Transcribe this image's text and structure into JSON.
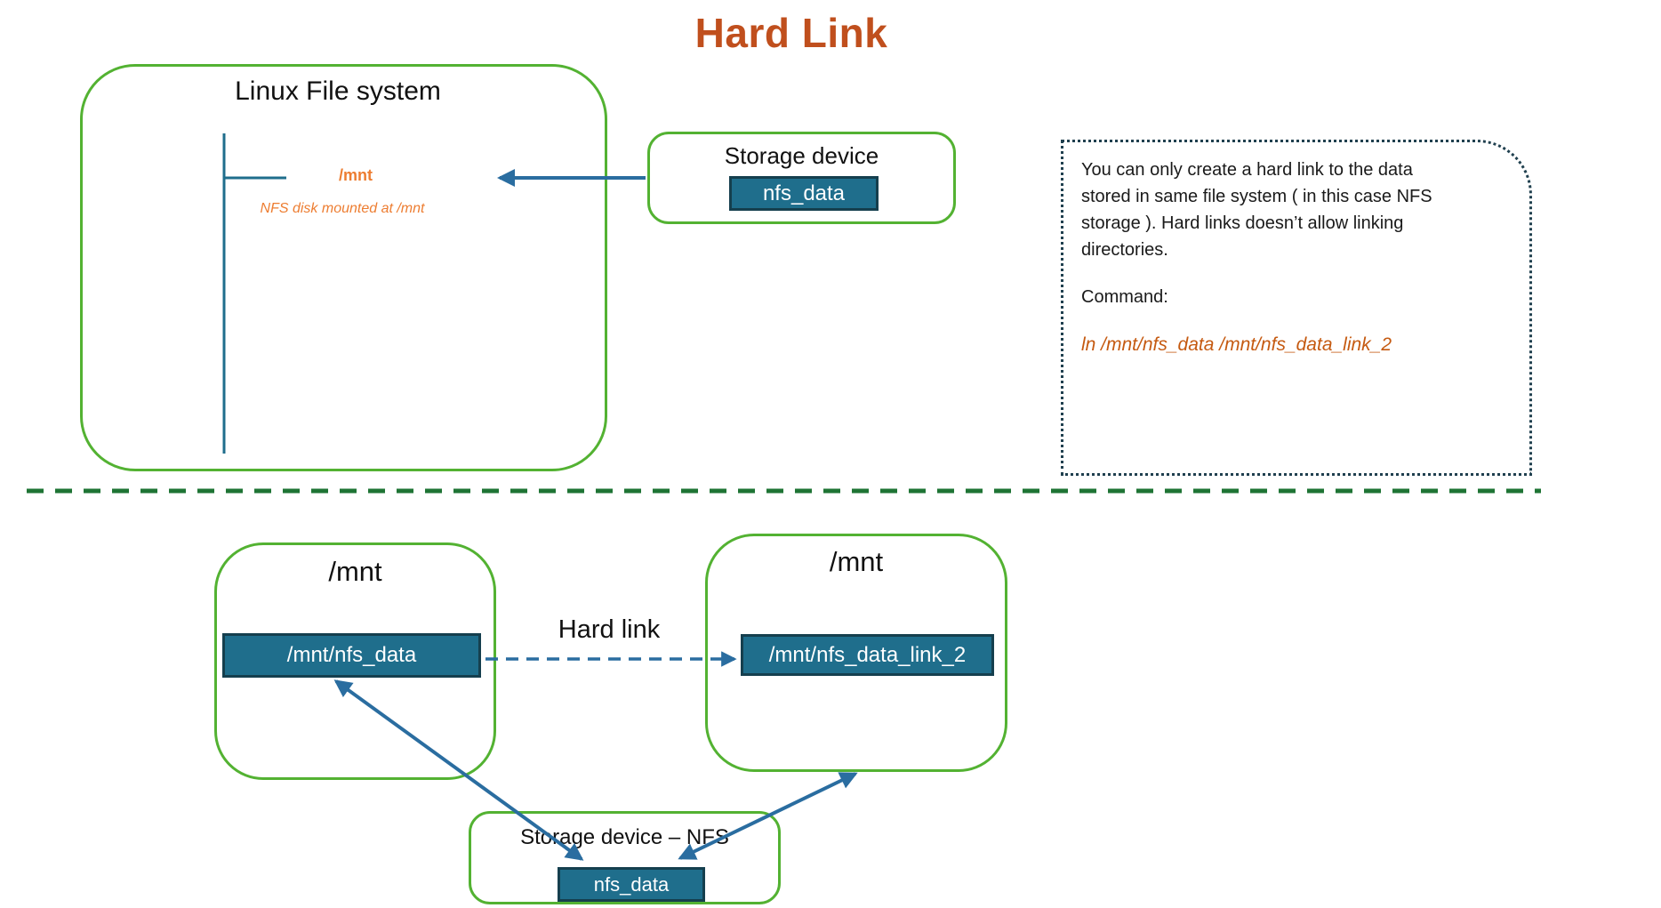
{
  "title": "Hard Link",
  "colors": {
    "green_border": "#53B232",
    "divider_green": "#1E7434",
    "teal_fill": "#1F6E8C",
    "teal_border": "#153F4E",
    "arrow_blue": "#2A6DA0",
    "orange_accent": "#ED7D31",
    "orange_command": "#C55A11",
    "title_orange": "#C04F1D",
    "note_border": "#20404F"
  },
  "top": {
    "filesystem_box": {
      "title": "Linux File system",
      "mount_label": "/mnt",
      "mount_note": "NFS disk mounted at /mnt"
    },
    "storage_box": {
      "title": "Storage device",
      "file_label": "nfs_data"
    },
    "note_box": {
      "paragraph": "You can only create a hard link to the data\nstored in same file system ( in this case NFS\nstorage ). Hard links doesn’t allow linking\ndirectories.",
      "command_label": "Command:",
      "command": "ln /mnt/nfs_data /mnt/nfs_data_link_2"
    }
  },
  "bottom": {
    "left_mnt_box": {
      "title": "/mnt",
      "file_label": "/mnt/nfs_data"
    },
    "right_mnt_box": {
      "title": "/mnt",
      "file_label": "/mnt/nfs_data_link_2"
    },
    "hard_link_label": "Hard link",
    "storage_box": {
      "title": "Storage device – NFS",
      "file_label": "nfs_data"
    }
  }
}
